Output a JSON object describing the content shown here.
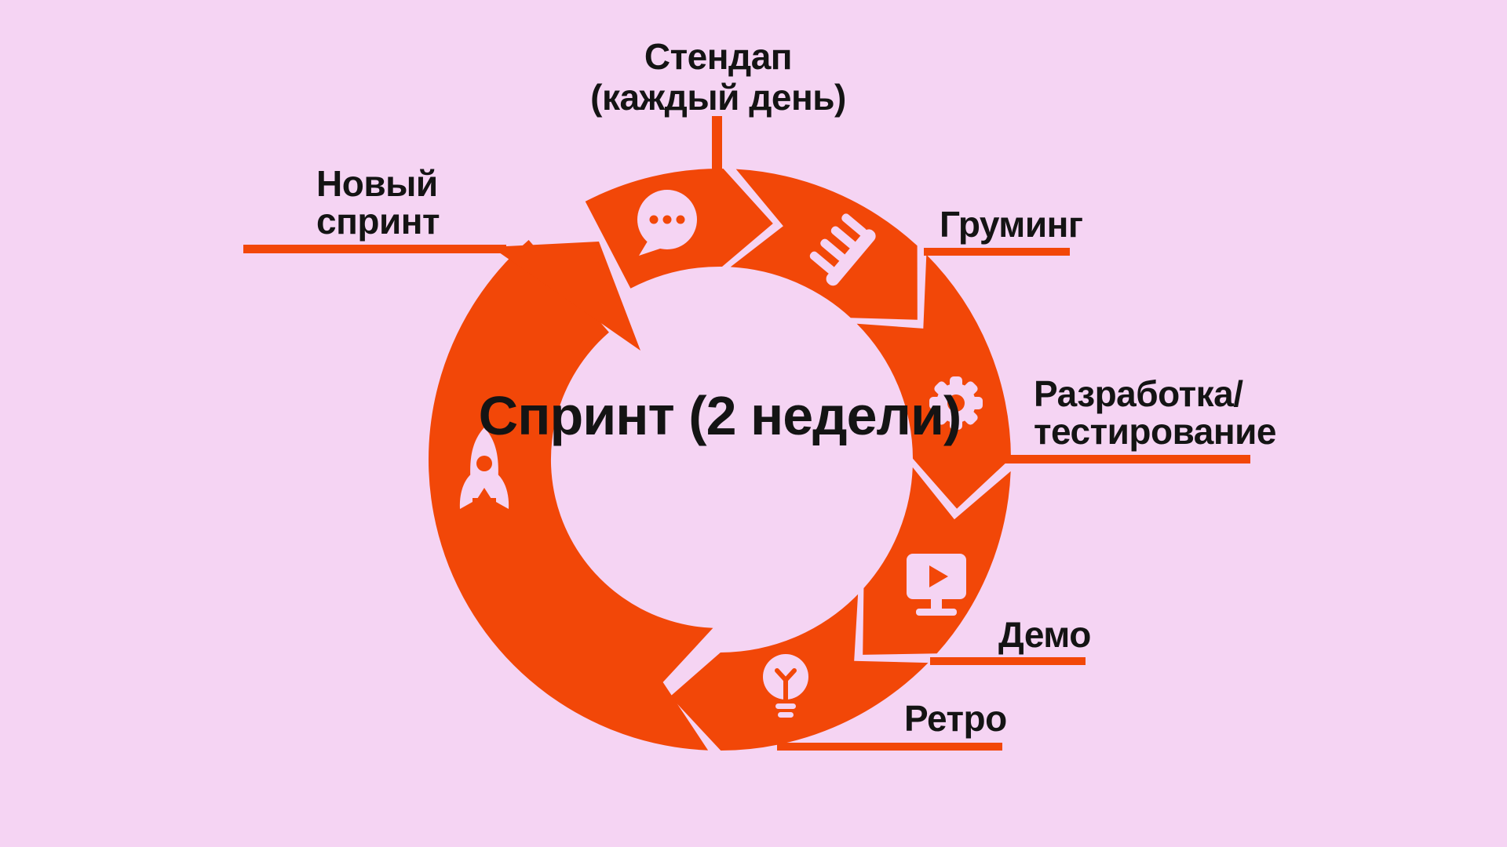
{
  "diagram_title": "Спринт (2 недели)",
  "center": {
    "line1": "Спринт",
    "line2": "(2 недели)"
  },
  "stages": [
    {
      "name": "standup",
      "line1": "Стендап",
      "line2": "(каждый день)",
      "icon": "chat-bubble-icon"
    },
    {
      "name": "grooming",
      "line1": "Груминг",
      "line2": "",
      "icon": "comb-icon"
    },
    {
      "name": "development",
      "line1": "Разработка/",
      "line2": "тестирование",
      "icon": "gear-icon"
    },
    {
      "name": "demo",
      "line1": "Демо",
      "line2": "",
      "icon": "monitor-play-icon"
    },
    {
      "name": "retro",
      "line1": "Ретро",
      "line2": "",
      "icon": "lightbulb-icon"
    },
    {
      "name": "new-sprint",
      "line1": "Новый",
      "line2": "спринт",
      "icon": "rocket-icon"
    }
  ],
  "colors": {
    "background": "#F5D4F3",
    "accent": "#F24708",
    "text": "#141414"
  }
}
